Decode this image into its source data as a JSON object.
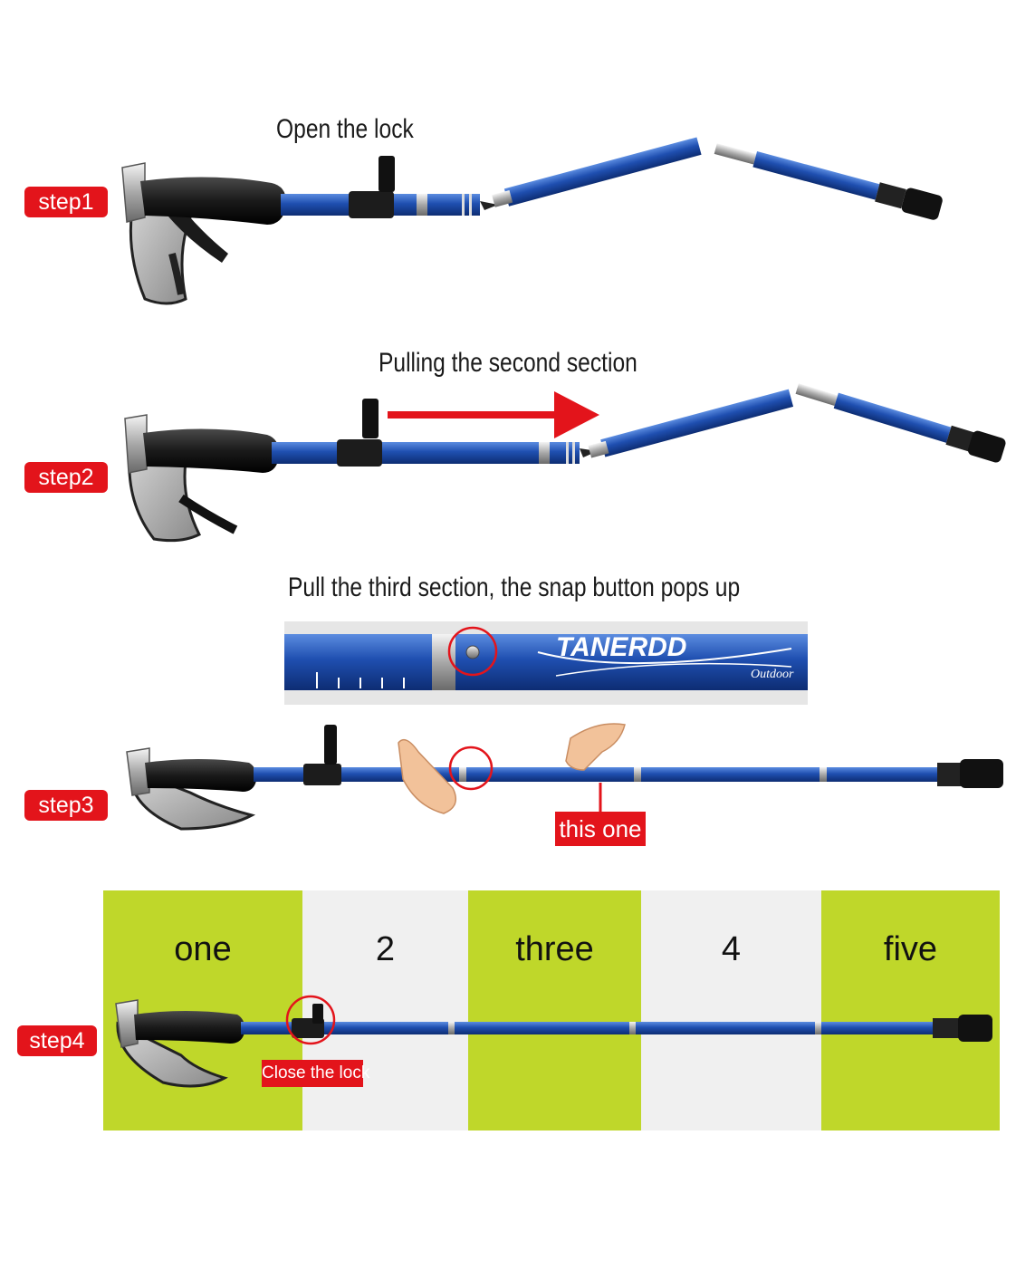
{
  "steps": {
    "step1": {
      "badge": "step1",
      "caption": "Open the lock"
    },
    "step2": {
      "badge": "step2",
      "caption": "Pulling the second section"
    },
    "step3": {
      "badge": "step3",
      "caption": "Pull the third section, the snap button pops up",
      "callout": "this one"
    },
    "step4": {
      "badge": "step4",
      "callout": "Close the lock"
    }
  },
  "sections": {
    "labels": [
      "one",
      "2",
      "three",
      "4",
      "five"
    ]
  },
  "brand": {
    "name": "TANERDD",
    "sub": "Outdoor"
  },
  "colors": {
    "accent_red": "#e3141b",
    "pole_blue": "#1f4fb0",
    "band_green": "#bfd72a",
    "band_grey": "#f0f0f0"
  },
  "icons": [
    "trekking-pole-icon",
    "grip-icon",
    "wrist-strap-icon",
    "flick-lock-icon",
    "snap-button-icon",
    "hand-icon",
    "arrow-right-icon"
  ]
}
